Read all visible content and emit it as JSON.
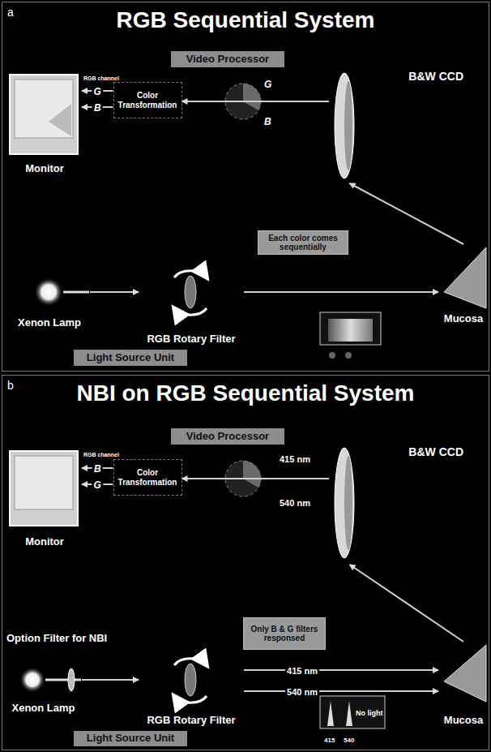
{
  "diagram": {
    "nodes": [
      {
        "text": [
          "a",
          "RGB Sequential System"
        ]
      },
      {
        "text": [
          "Video Processor"
        ],
        "in": 0
      },
      {
        "text": [
          "Monitor"
        ],
        "in": 0
      },
      {
        "text": [
          "Color Transformation"
        ],
        "in": 0
      },
      {
        "text": [
          "B&W CCD"
        ],
        "in": 0
      },
      {
        "text": [
          "Each color comes sequentially"
        ],
        "in": 0
      },
      {
        "text": [
          "Xenon Lamp"
        ],
        "in": 0
      },
      {
        "text": [
          "RGB Rotary Filter"
        ],
        "in": 0
      },
      {
        "text": [
          "Mucosa"
        ],
        "in": 0
      },
      {
        "text": [
          "Light Source Unit"
        ],
        "in": 0
      },
      {
        "text": [
          "b",
          "NBI on RGB Sequential System"
        ]
      },
      {
        "text": [
          "Video Processor"
        ],
        "in": 10
      },
      {
        "text": [
          "Monitor"
        ],
        "in": 10
      },
      {
        "text": [
          "Color Transformation"
        ],
        "in": 10
      },
      {
        "text": [
          "B&W CCD"
        ],
        "in": 10
      },
      {
        "text": [
          "Only B & G filters responsed"
        ],
        "in": 10
      },
      {
        "text": [
          "Xenon Lamp"
        ],
        "in": 10
      },
      {
        "text": [
          "RGB Rotary Filter"
        ],
        "in": 10
      },
      {
        "text": [
          "Mucosa"
        ],
        "in": 10
      },
      {
        "text": [
          "Light Source Unit"
        ],
        "in": 10
      }
    ],
    "edges": [
      {
        "from": 3,
        "to": 2,
        "label": "G",
        "arrow": "to"
      },
      {
        "from": 3,
        "to": 2,
        "label": "B",
        "arrow": "to"
      },
      {
        "from": 4,
        "to": 3,
        "arrow": "to"
      },
      {
        "from": 6,
        "to": 7,
        "arrow": "to"
      },
      {
        "from": 7,
        "to": 8,
        "arrow": "to"
      },
      {
        "from": 8,
        "to": 4,
        "arrow": "to"
      },
      {
        "from": 13,
        "to": 12,
        "label": "B",
        "arrow": "to"
      },
      {
        "from": 13,
        "to": 12,
        "label": "G",
        "arrow": "to"
      },
      {
        "from": 14,
        "to": 13,
        "arrow": "to"
      },
      {
        "from": 16,
        "to": 17,
        "arrow": "to"
      },
      {
        "from": 17,
        "to": 18,
        "label": "415 nm",
        "arrow": "to"
      },
      {
        "from": 17,
        "to": 18,
        "label": "540 nm",
        "arrow": "to"
      },
      {
        "from": 18,
        "to": 14,
        "arrow": "to"
      }
    ],
    "labels": [
      "RGB channel",
      "G",
      "B",
      "RGB channel",
      "415 nm",
      "540 nm",
      "Option Filter for NBI",
      "No light",
      "415",
      "540"
    ]
  }
}
